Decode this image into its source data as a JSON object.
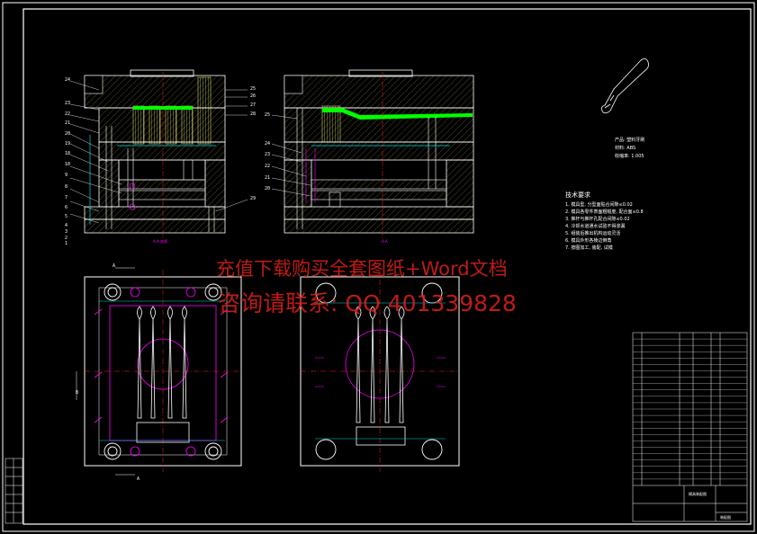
{
  "watermark": {
    "line1": "充值下载购买全套图纸+Word文档",
    "line2": "咨询请联系: QQ 401339828"
  },
  "callouts_left": [
    "24",
    "23",
    "22",
    "21",
    "20",
    "19",
    "18",
    "10",
    "9",
    "8",
    "7",
    "6",
    "5",
    "4",
    "3",
    "2",
    "1"
  ],
  "callouts_left_right": [
    "25",
    "26",
    "27",
    "28",
    "29"
  ],
  "callouts_right": [
    "25",
    "24",
    "23",
    "22",
    "21",
    "20"
  ],
  "section_labels": {
    "left": "A-A 剖视",
    "right": "A-A"
  },
  "markers": {
    "a": "A",
    "b": "B"
  },
  "tech_title": "技术要求",
  "tech_lines": [
    "1. 模具型, 分型面贴合间隙≤0.02",
    "2. 模具各零件表面粗糙度, 配合面≤0.8",
    "3. 推杆与推杆孔配合间隙≤0.02",
    "4. 冷却水道通水试验不得渗漏",
    "5. 组装后推出机构运动灵活",
    "6. 模具外形各棱边倒角",
    "7. 按图加工, 装配, 试模"
  ],
  "part_info": [
    "产品: 塑料牙刷",
    "材料: ABS",
    "收缩率: 1.005"
  ],
  "title_block": {
    "name": "模具装配图",
    "drawing_no": "装配图"
  },
  "bom_rows": 24,
  "colors": {
    "cyan": "#00d8d8",
    "yellow": "#ffff80",
    "magenta": "#ff00ff",
    "green": "#00ff00",
    "red": "#ff0000",
    "white": "#ffffff"
  }
}
